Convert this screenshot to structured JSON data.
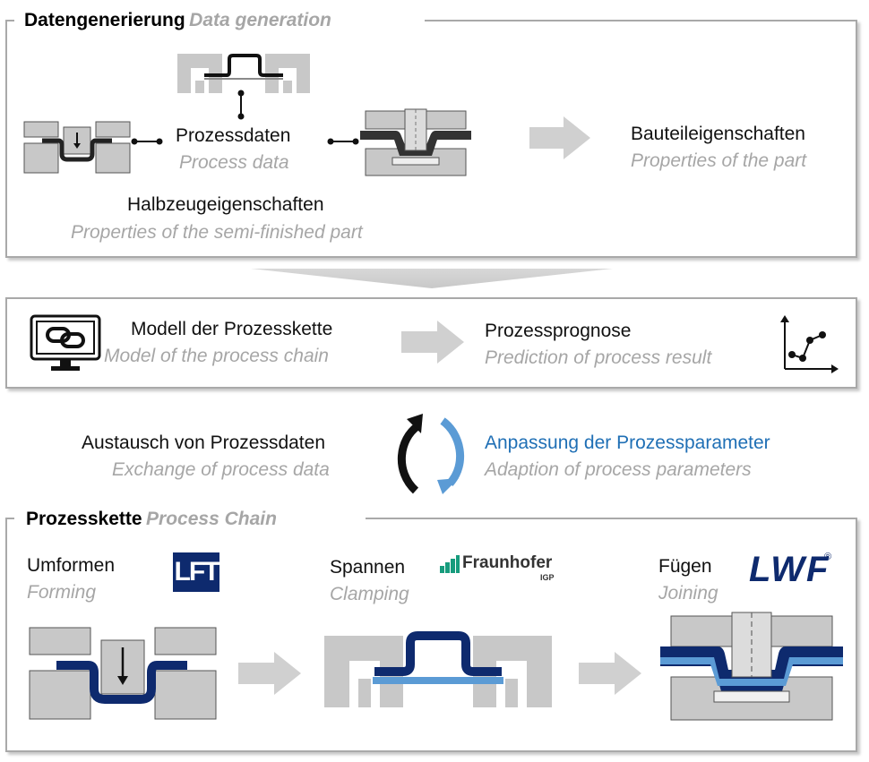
{
  "data_generation": {
    "title_de": "Datengenerierung",
    "title_en": "Data generation",
    "process_data_de": "Prozessdaten",
    "process_data_en": "Process data",
    "semi_finished_de": "Halbzeugeigenschaften",
    "semi_finished_en": "Properties of the semi-finished part",
    "part_properties_de": "Bauteileigenschaften",
    "part_properties_en": "Properties of the part"
  },
  "model": {
    "model_de": "Modell der Prozesskette",
    "model_en": "Model of the process chain",
    "prognosis_de": "Prozessprognose",
    "prognosis_en": "Prediction of process result"
  },
  "exchange": {
    "exchange_de": "Austausch von Prozessdaten",
    "exchange_en": "Exchange of process data",
    "adaption_de": "Anpassung der Prozessparameter",
    "adaption_en": "Adaption of process parameters"
  },
  "process_chain": {
    "title_de": "Prozesskette",
    "title_en": "Process Chain",
    "forming_de": "Umformen",
    "forming_en": "Forming",
    "clamping_de": "Spannen",
    "clamping_en": "Clamping",
    "joining_de": "Fügen",
    "joining_en": "Joining",
    "logo_lft": "LFT",
    "logo_fraunhofer": "Fraunhofer",
    "logo_fraunhofer_sub": "IGP",
    "logo_lwf": "LWF",
    "logo_lwf_reg": "®"
  },
  "colors": {
    "gray": "#c8c8c8",
    "dark_blue": "#0e2a6e",
    "light_blue": "#5b9bd5",
    "arrow_gray": "#d0d0d0"
  }
}
